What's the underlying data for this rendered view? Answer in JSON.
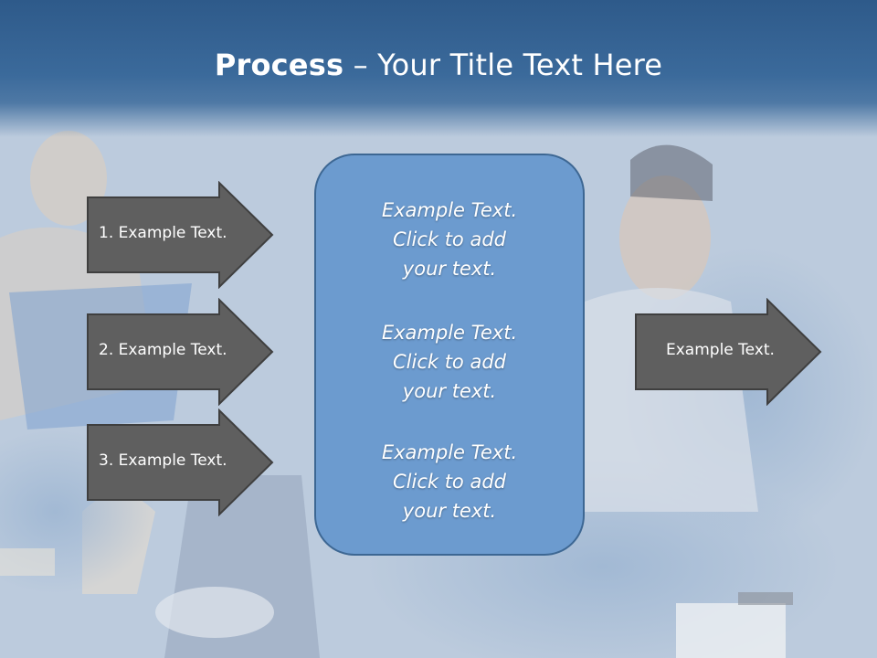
{
  "slide": {
    "title_bold": "Process",
    "title_rest": " – Your Title Text Here"
  },
  "left_arrows": [
    {
      "label": "1. Example Text."
    },
    {
      "label": "2. Example Text."
    },
    {
      "label": "3. Example Text."
    }
  ],
  "center_box": {
    "blocks": [
      {
        "line1": "Example Text.",
        "line2": "Click  to add",
        "line3": "your text."
      },
      {
        "line1": "Example Text.",
        "line2": "Click  to add",
        "line3": "your text."
      },
      {
        "line1": "Example Text.",
        "line2": "Click  to add",
        "line3": "your text."
      }
    ]
  },
  "right_arrow": {
    "label": "Example Text."
  },
  "colors": {
    "header": "#2e5a8a",
    "arrow_fill": "#5f5f5f",
    "box_fill": "#6c9bcf",
    "box_border": "#3d6793"
  }
}
